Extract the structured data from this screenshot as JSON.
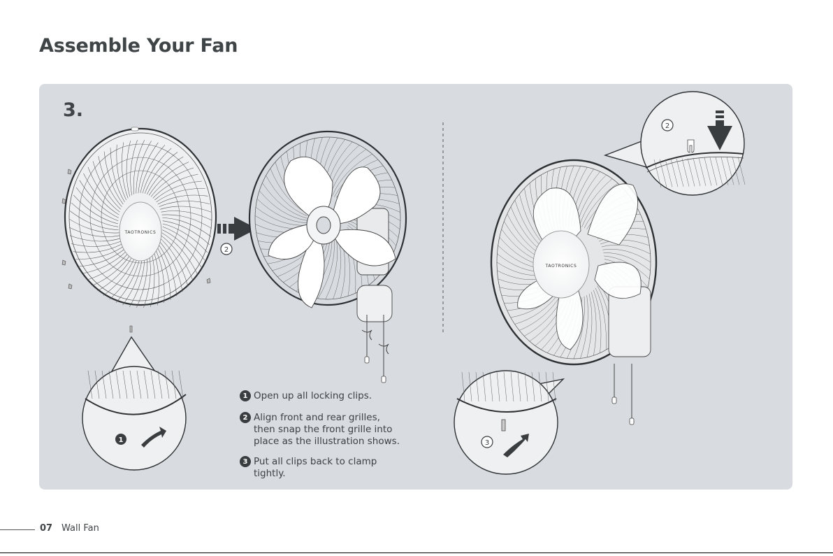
{
  "page": {
    "title": "Assemble Your Fan",
    "footer_number": "07",
    "footer_label": "Wall Fan"
  },
  "step": {
    "number": "3.",
    "instructions": [
      {
        "badge": "1",
        "text": "Open up all locking clips."
      },
      {
        "badge": "2",
        "text": "Align front and rear grilles, then snap the front grille into place as the illustration shows."
      },
      {
        "badge": "3",
        "text": "Put all clips back to clamp tightly."
      }
    ]
  },
  "illustration": {
    "brand_logo_left": "TAOTRONICS",
    "brand_logo_right": "TAOTRONICS",
    "callout_badges": [
      "1",
      "2",
      "2",
      "3"
    ]
  },
  "colors": {
    "panel": "#d8dbdf",
    "ink": "#3a3d40",
    "title": "#3f4447"
  },
  "icons": [
    "arrow-right-icon",
    "arrow-down-icon",
    "curved-arrow-left-icon",
    "curved-arrow-up-icon"
  ]
}
